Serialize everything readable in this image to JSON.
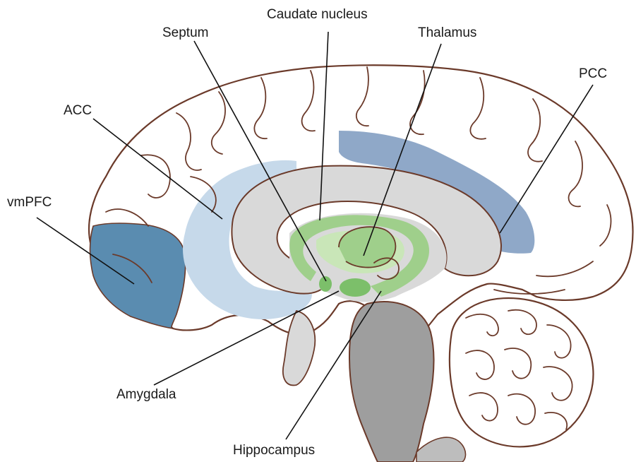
{
  "title": "",
  "labels": {
    "caudate": "Caudate nucleus",
    "septum": "Septum",
    "thalamus": "Thalamus",
    "pcc": "PCC",
    "acc": "ACC",
    "vmpfc": "vmPFC",
    "amygdala": "Amygdala",
    "hippocampus": "Hippocampus"
  },
  "colors": {
    "outline": "#6b3a2a",
    "cortex": "#ffffff",
    "midline": "#d9d9d9",
    "brainstem": "#9e9e9e",
    "limbic_green": "#9fcf8b",
    "limbic_green_light": "#c9e6b8",
    "amygdala_green": "#7cbf6a",
    "acc_blue": "#c6d9ea",
    "pcc_blue": "#8fa8c8",
    "vmpfc_blue": "#5a8cb0"
  },
  "icons": {
    "cerebellum": "cerebellum-graphic",
    "brainstem": "brainstem-graphic"
  }
}
